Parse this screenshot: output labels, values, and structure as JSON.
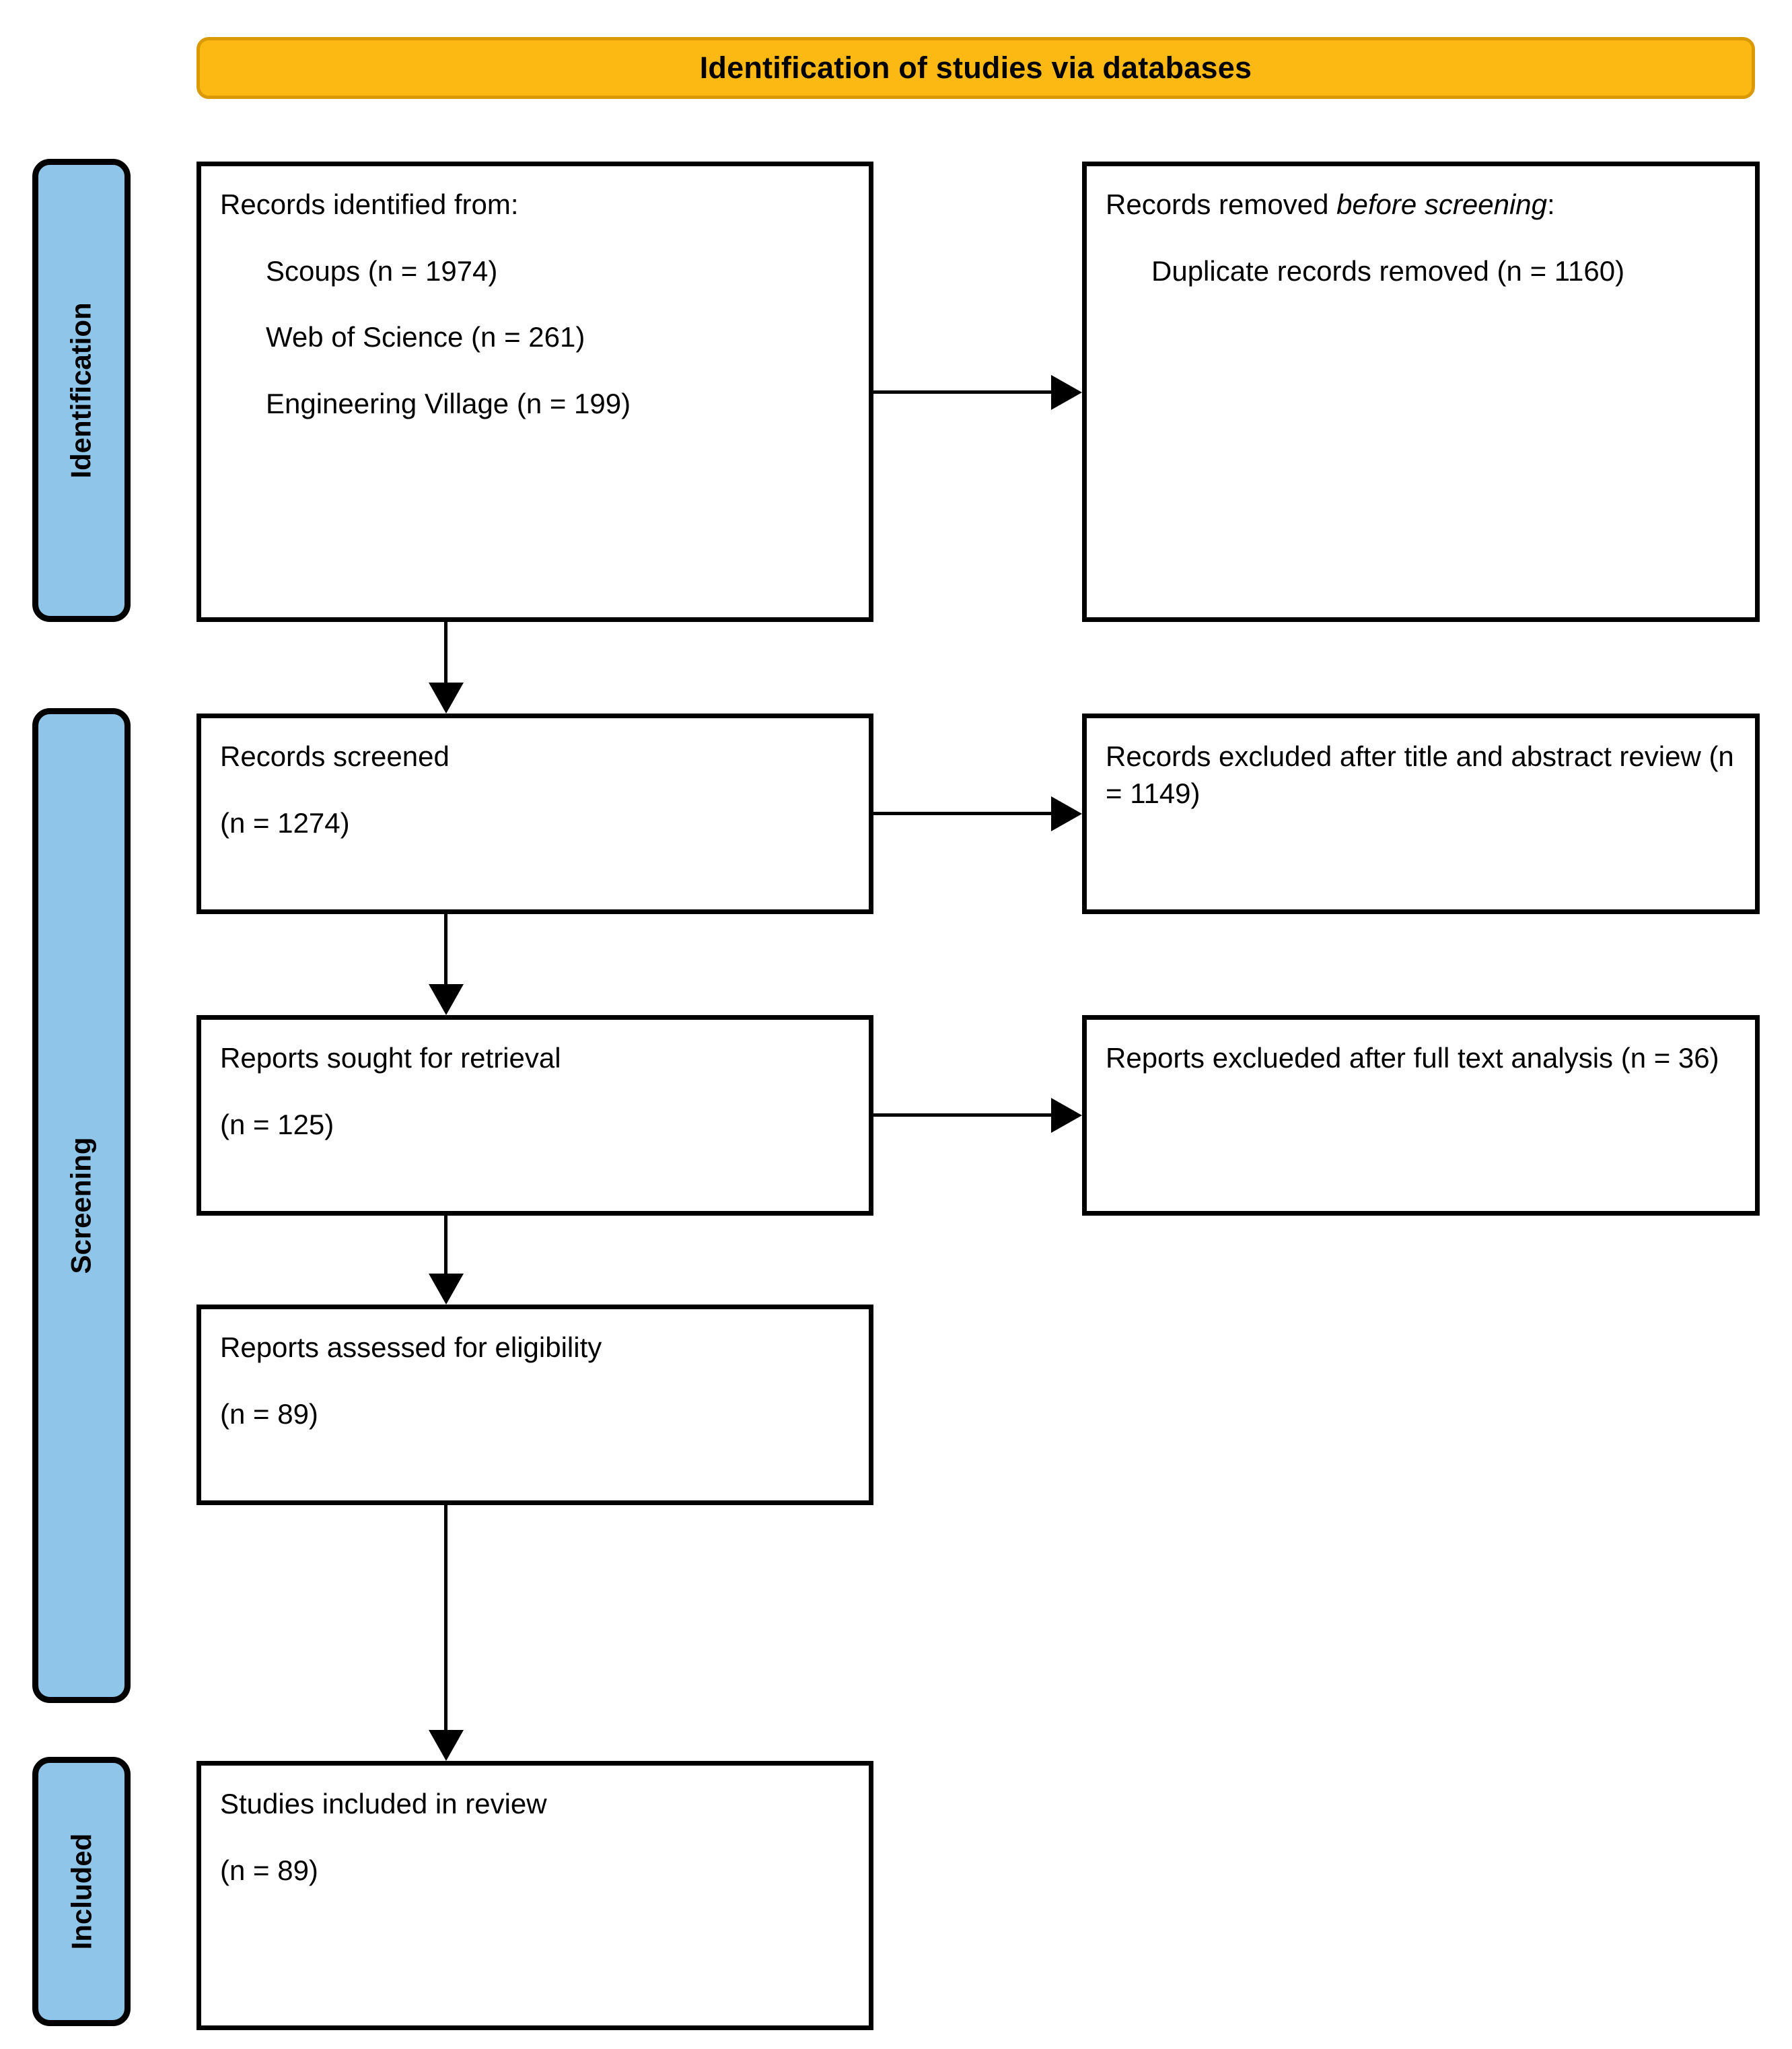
{
  "banner": {
    "title": "Identification of studies via databases"
  },
  "stages": [
    {
      "id": "identification",
      "label": "Identification"
    },
    {
      "id": "screening",
      "label": "Screening"
    },
    {
      "id": "included",
      "label": "Included"
    }
  ],
  "boxes": {
    "identified": {
      "heading": "Records identified from:",
      "sources": [
        "Scoups (n = 1974)",
        "Web of Science (n = 261)",
        "Engineering Village (n = 199)"
      ]
    },
    "removed": {
      "heading_plain": "Records removed ",
      "heading_italic": "before screening",
      "heading_colon": ":",
      "items": [
        "Duplicate records removed (n = 1160)"
      ]
    },
    "screened": {
      "label": "Records screened",
      "count": "(n = 1274)"
    },
    "excluded_title_abstract": {
      "label": "Records excluded after title and abstract review (n = 1149)"
    },
    "sought": {
      "label": "Reports sought for retrieval",
      "count": "(n = 125)"
    },
    "excluded_full_text": {
      "label": "Reports exclueded after full text analysis (n = 36)"
    },
    "assessed": {
      "label": "Reports assessed for eligibility",
      "count": "(n = 89)"
    },
    "included": {
      "label": "Studies included in review",
      "count": "(n = 89)"
    }
  },
  "colors": {
    "banner_fill": "#FDB913",
    "banner_border": "#D99A05",
    "stage_fill": "#8FC5E8",
    "box_border": "#000000",
    "background": "#FFFFFF"
  },
  "chart_data": {
    "type": "flowchart",
    "title": "Identification of studies via databases",
    "stages": [
      "Identification",
      "Screening",
      "Included"
    ],
    "nodes": [
      {
        "id": "identified",
        "stage": "Identification",
        "label": "Records identified from",
        "values": [
          {
            "source": "Scoups",
            "n": 1974
          },
          {
            "source": "Web of Science",
            "n": 261
          },
          {
            "source": "Engineering Village",
            "n": 199
          }
        ]
      },
      {
        "id": "removed",
        "stage": "Identification",
        "label": "Records removed before screening: Duplicate records removed",
        "n": 1160
      },
      {
        "id": "screened",
        "stage": "Screening",
        "label": "Records screened",
        "n": 1274
      },
      {
        "id": "excluded_title_abstract",
        "stage": "Screening",
        "label": "Records excluded after title and abstract review",
        "n": 1149
      },
      {
        "id": "sought",
        "stage": "Screening",
        "label": "Reports sought for retrieval",
        "n": 125
      },
      {
        "id": "excluded_full_text",
        "stage": "Screening",
        "label": "Reports exclueded after full text analysis",
        "n": 36
      },
      {
        "id": "assessed",
        "stage": "Screening",
        "label": "Reports assessed for eligibility",
        "n": 89
      },
      {
        "id": "included",
        "stage": "Included",
        "label": "Studies included in review",
        "n": 89
      }
    ],
    "edges": [
      {
        "from": "identified",
        "to": "removed",
        "direction": "right"
      },
      {
        "from": "identified",
        "to": "screened",
        "direction": "down"
      },
      {
        "from": "screened",
        "to": "excluded_title_abstract",
        "direction": "right"
      },
      {
        "from": "screened",
        "to": "sought",
        "direction": "down"
      },
      {
        "from": "sought",
        "to": "excluded_full_text",
        "direction": "right"
      },
      {
        "from": "sought",
        "to": "assessed",
        "direction": "down"
      },
      {
        "from": "assessed",
        "to": "included",
        "direction": "down"
      }
    ]
  }
}
